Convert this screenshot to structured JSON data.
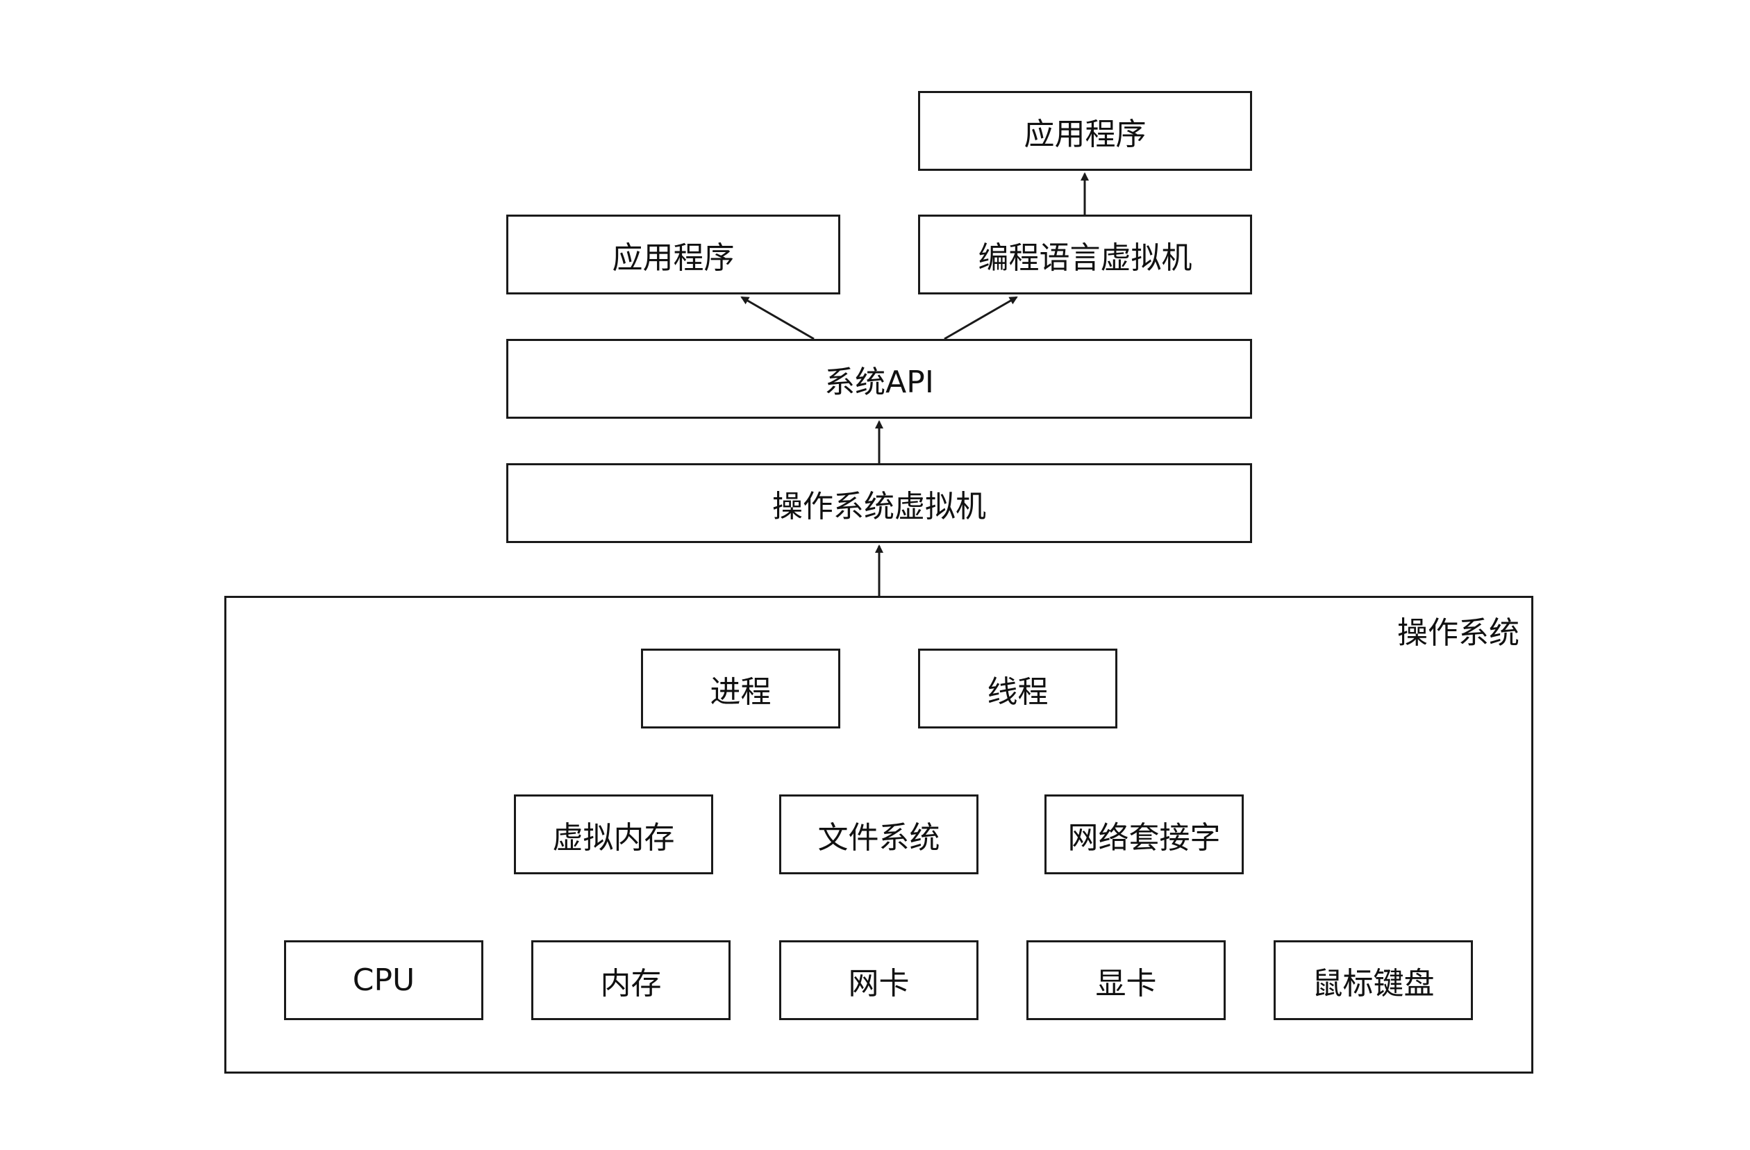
{
  "diagram": {
    "top_app": "应用程序",
    "app_left": "应用程序",
    "lang_vm": "编程语言虚拟机",
    "system_api": "系统API",
    "os_vm": "操作系统虚拟机",
    "os": {
      "label": "操作系统",
      "process": "进程",
      "thread": "线程",
      "virtual_memory": "虚拟内存",
      "file_system": "文件系统",
      "network_socket": "网络套接字",
      "cpu": "CPU",
      "memory": "内存",
      "nic": "网卡",
      "gpu": "显卡",
      "mouse_keyboard": "鼠标键盘"
    }
  },
  "colors": {
    "stroke": "#1a1a1a",
    "background": "#ffffff",
    "text": "#111111"
  }
}
